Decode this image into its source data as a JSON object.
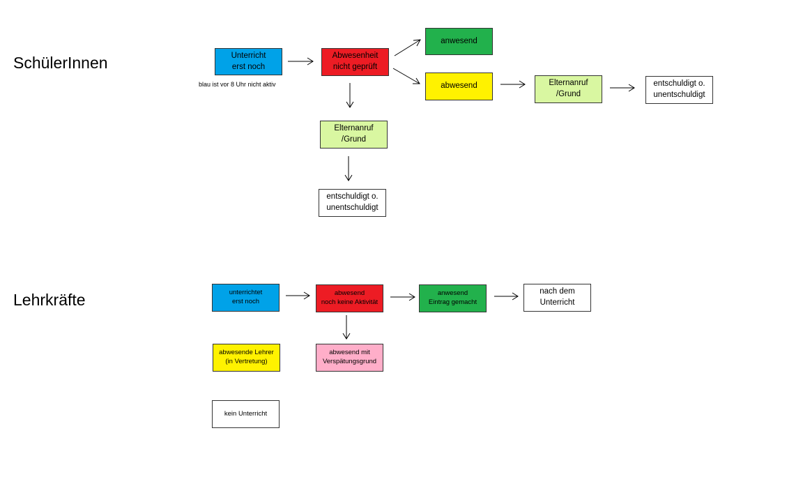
{
  "sections": {
    "schueler": "SchülerInnen",
    "lehrer": "Lehrkräfte"
  },
  "schueler": {
    "unterricht": {
      "line1": "Unterricht",
      "line2": "erst noch"
    },
    "note": "blau ist vor 8 Uhr nicht aktiv",
    "abwesenheit": {
      "line1": "Abwesenheit",
      "line2": "nicht geprüft"
    },
    "anwesend": "anwesend",
    "abwesend": "abwesend",
    "elternanruf_right": {
      "line1": "Elternanruf",
      "line2": "/Grund"
    },
    "entschuldigt_right": {
      "line1": "entschuldigt o.",
      "line2": "unentschuldigt"
    },
    "elternanruf_down": {
      "line1": "Elternanruf",
      "line2": "/Grund"
    },
    "entschuldigt_down": {
      "line1": "entschuldigt o.",
      "line2": "unentschuldigt"
    }
  },
  "lehrer": {
    "unterrichtet": {
      "line1": "unterrichtet",
      "line2": "erst noch"
    },
    "abwesend_keine": {
      "line1": "abwesend",
      "line2": "noch keine Aktivität"
    },
    "anwesend_eintrag": {
      "line1": "anwesend",
      "line2": "Eintrag gemacht"
    },
    "nach_dem": {
      "line1": "nach dem",
      "line2": "Unterricht"
    },
    "abwesende_lehrer": {
      "line1": "abwesende Lehrer",
      "line2": "(in Vertretung)"
    },
    "verspaetung": {
      "line1": "abwesend mit",
      "line2": "Verspätungsgrund"
    },
    "kein_unterricht": "kein Unterricht"
  },
  "colors": {
    "blue": "#00a2e8",
    "red": "#ed1c24",
    "green": "#22b14c",
    "yellow": "#fff200",
    "lightgreen": "#d9f7a1",
    "pink": "#ffaec9",
    "white": "#ffffff"
  }
}
